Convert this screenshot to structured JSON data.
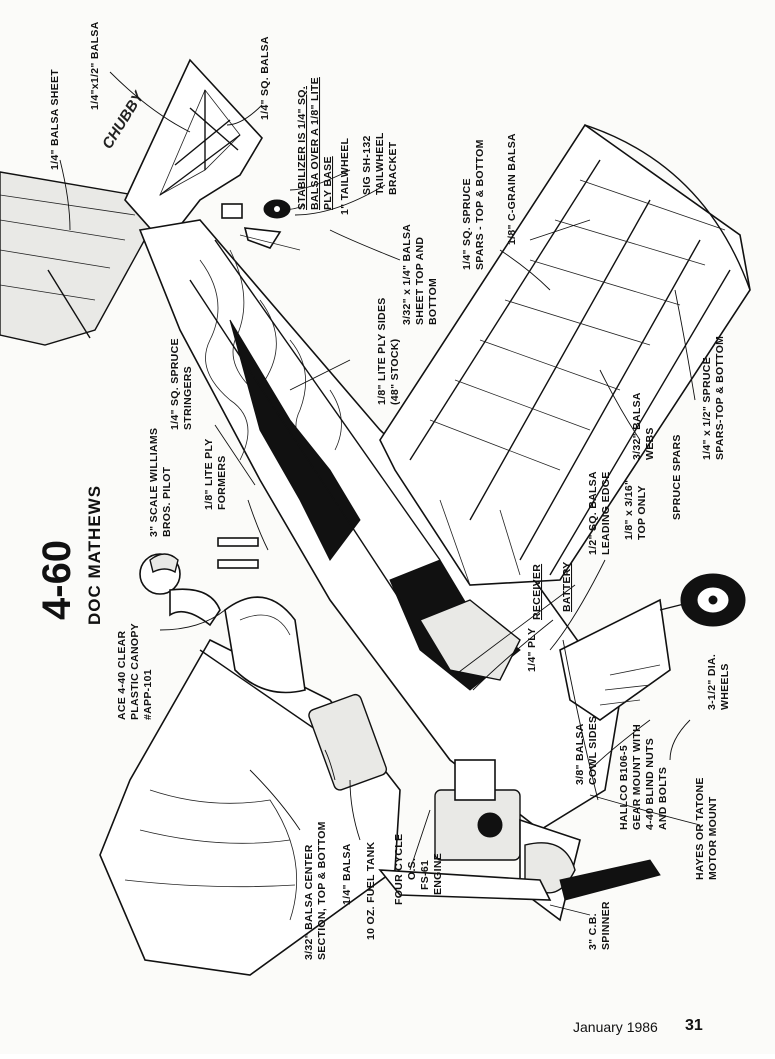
{
  "title": {
    "model": "4-60",
    "author": "DOC MATHEWS"
  },
  "labels": {
    "balsa_sheet": "1/4\" BALSA SHEET",
    "balsa_quarter_half": "1/4\"x1/2\" BALSA",
    "sq_balsa": "1/4\" SQ. BALSA",
    "stabilizer_1": "STABILIZER IS 1/4\" SQ.",
    "stabilizer_2": "BALSA OVER A 1/8\" LITE",
    "stabilizer_3": "PLY BASE",
    "tailwheel": "1\" TAILWHEEL",
    "tailwheel_bracket_1": "SIG SH-132",
    "tailwheel_bracket_2": "TAILWHEEL",
    "tailwheel_bracket_3": "BRACKET",
    "spruce_spars_1": "1/4\" SQ. SPRUCE",
    "spruce_spars_2": "SPARS - TOP & BOTTOM",
    "c_grain": "1/8\" C-GRAIN BALSA",
    "balsa_sheet_tb_1": "3/32\" x 1/4\" BALSA",
    "balsa_sheet_tb_2": "SHEET TOP AND",
    "balsa_sheet_tb_3": "BOTTOM",
    "ply_sides_1": "1/8\" LITE PLY SIDES",
    "ply_sides_2": "(48\" STOCK)",
    "stringers_1": "1/4\" SQ. SPRUCE",
    "stringers_2": "STRINGERS",
    "formers_1": "1/8\" LITE PLY",
    "formers_2": "FORMERS",
    "pilot_1": "3\" SCALE WILLIAMS",
    "pilot_2": "BROS. PILOT",
    "canopy_1": "ACE 4-40 CLEAR",
    "canopy_2": "PLASTIC CANOPY",
    "canopy_3": "#APP-101",
    "receiver": "RECEIVER",
    "battery": "BATTERY",
    "leading_edge_1": "1/2\" SQ. BALSA",
    "leading_edge_2": "LEADING EDGE",
    "top_only_1": "1/8\" x 3/16\"",
    "top_only_2": "TOP ONLY",
    "balsa_webs_1": "3/32\" BALSA",
    "balsa_webs_2": "WEBS",
    "spruce_spars_word": "SPRUCE    SPARS",
    "spruce_tb_1": "1/4\" x 1/2\" SPRUCE",
    "spruce_tb_2": "SPARS-TOP & BOTTOM",
    "ply": "1/4\" PLY",
    "cowl_1": "3/8\" BALSA",
    "cowl_2": "COWL SIDES",
    "gear_1": "HALLCO B106-5",
    "gear_2": "GEAR MOUNT WITH",
    "gear_3": "4-40 BLIND NUTS",
    "gear_4": "AND BOLTS",
    "wheels_1": "3-1/2\" DIA.",
    "wheels_2": "WHEELS",
    "motor_mount_1": "HAYES OR TATONE",
    "motor_mount_2": "MOTOR MOUNT",
    "spinner_1": "3\" C.B.",
    "spinner_2": "SPINNER",
    "engine_1": "FOUR CYCLE",
    "engine_2": "O.S.",
    "engine_3": "FS-61",
    "engine_4": "ENGINE",
    "fuel_tank": "10 OZ. FUEL TANK",
    "quarter_balsa": "1/4\" BALSA",
    "center_section_1": "3/32\" BALSA CENTER",
    "center_section_2": "SECTION, TOP & BOTTOM",
    "rudder_logo": "CHUBBY"
  },
  "footer": {
    "date": "January 1986",
    "page": "31"
  }
}
